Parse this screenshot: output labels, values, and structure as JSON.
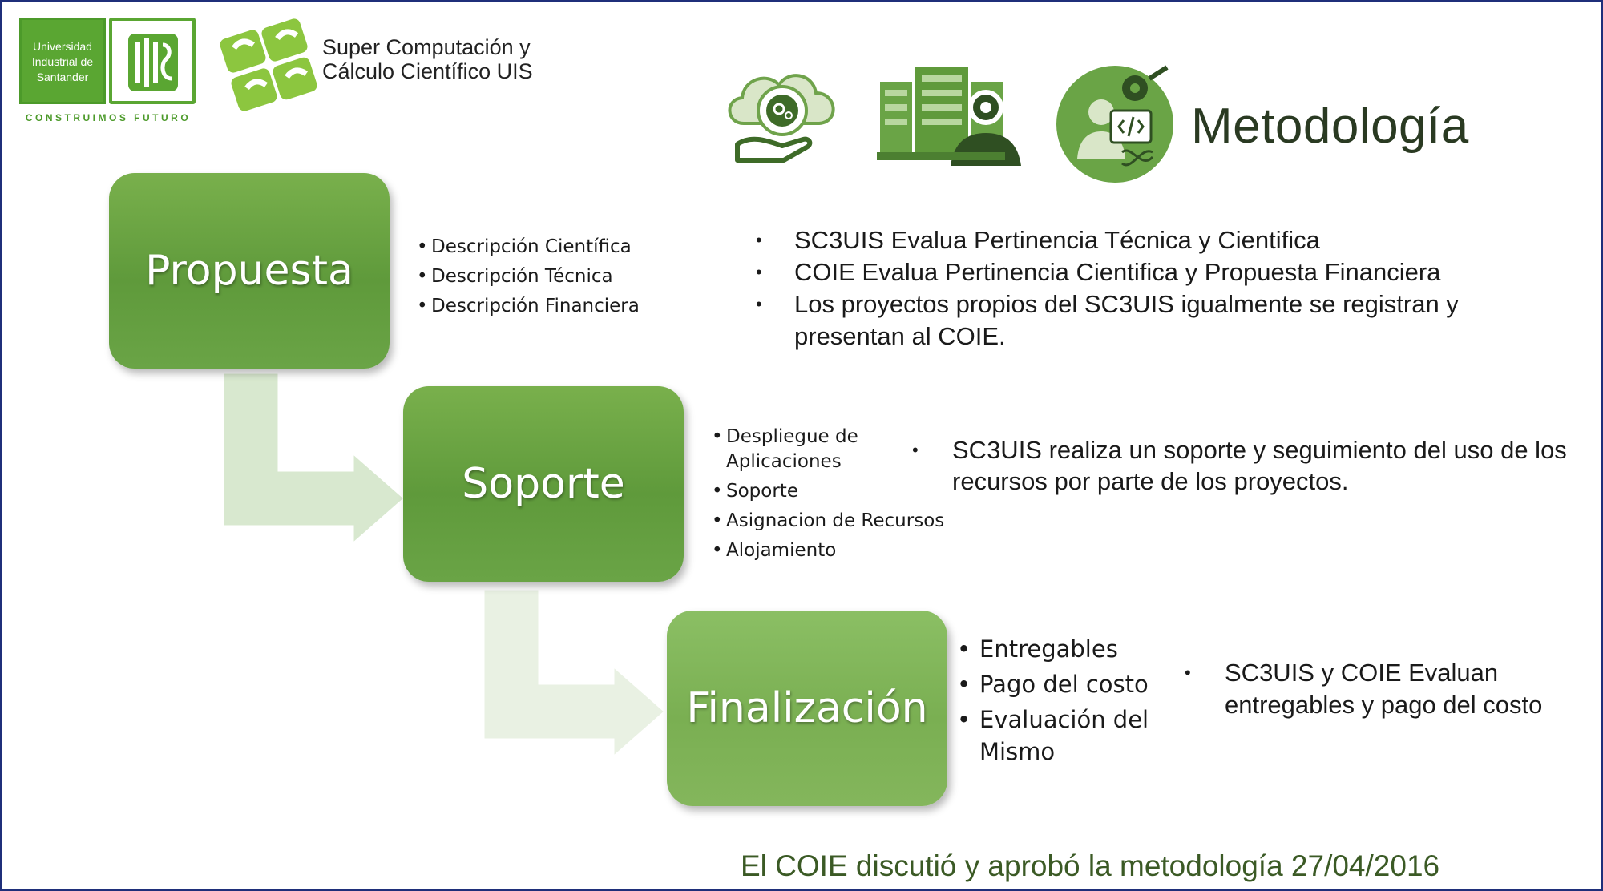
{
  "logos": {
    "uis_block_text": "Universidad\nIndustrial de\nSantander",
    "uis_tagline": "CONSTRUIMOS FUTURO",
    "sc3_name_line1": "Super Computación y",
    "sc3_name_line2": "Cálculo Científico UIS"
  },
  "header": {
    "title": "Metodología",
    "icons": [
      "cloud-gear-hand-icon",
      "server-gear-user-icon",
      "developer-dna-icon"
    ]
  },
  "colors": {
    "box_green": "#6aa446",
    "arrow_fill": "#d8e8cf",
    "footer_text": "#3b5a25"
  },
  "steps": [
    {
      "label": "Propuesta",
      "items": [
        "Descripción Científica",
        "Descripción Técnica",
        "Descripción Financiera"
      ],
      "notes": [
        "SC3UIS  Evalua Pertinencia Técnica y Cientifica",
        "COIE Evalua Pertinencia Cientifica y Propuesta Financiera",
        "Los proyectos propios del SC3UIS igualmente se registran y presentan al COIE."
      ]
    },
    {
      "label": "Soporte",
      "items": [
        "Despliegue de Aplicaciones",
        "Soporte",
        "Asignacion de Recursos",
        "Alojamiento"
      ],
      "notes": [
        "SC3UIS realiza un soporte y seguimiento del uso de los recursos por parte de los proyectos."
      ]
    },
    {
      "label": "Finalización",
      "items": [
        "Entregables",
        "Pago del costo",
        "Evaluación del Mismo"
      ],
      "notes": [
        "SC3UIS y COIE Evaluan entregables y pago del costo"
      ]
    }
  ],
  "footer": {
    "note": "El COIE discutió y aprobó la metodología 27/04/2016"
  }
}
